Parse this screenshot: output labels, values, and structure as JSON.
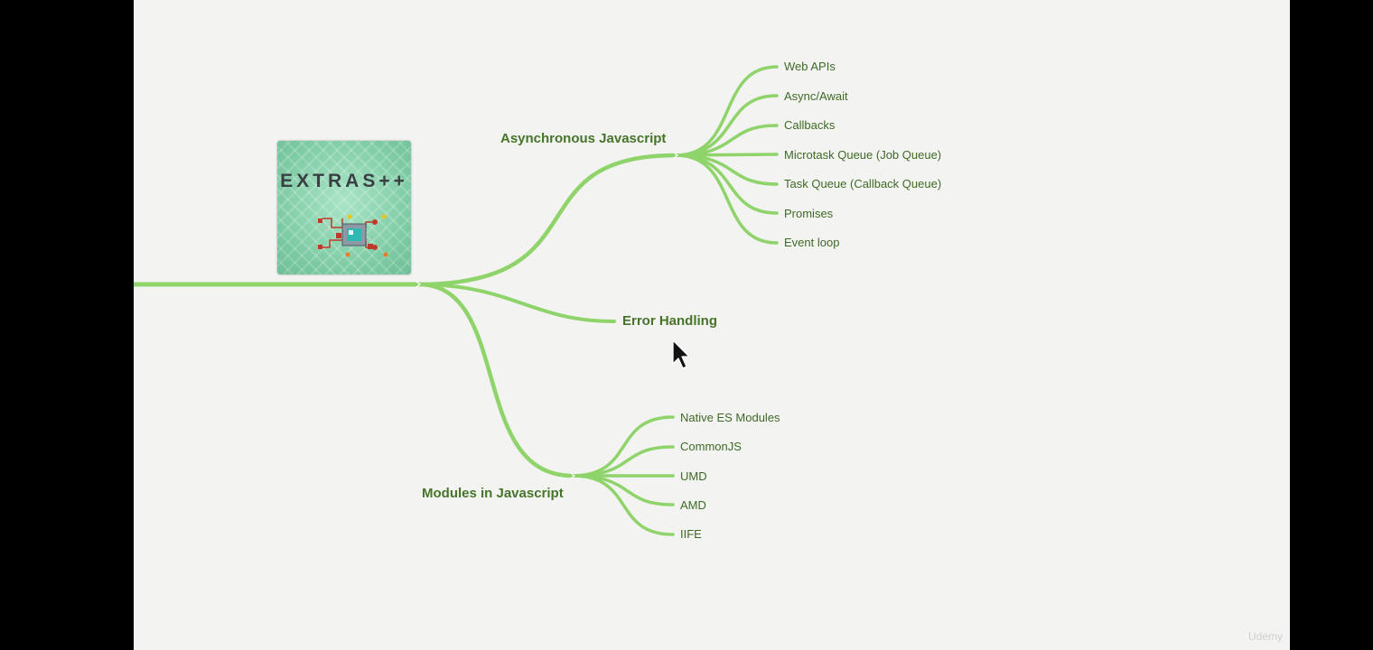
{
  "mindmap": {
    "branches": [
      {
        "label": "Asynchronous Javascript",
        "children": [
          "Web APIs",
          "Async/Await",
          "Callbacks",
          "Microtask Queue (Job Queue)",
          "Task Queue (Callback Queue)",
          "Promises",
          "Event loop"
        ]
      },
      {
        "label": "Error Handling",
        "children": []
      },
      {
        "label": "Modules in Javascript",
        "children": [
          "Native ES Modules",
          "CommonJS",
          "UMD",
          "AMD",
          "IIFE"
        ]
      }
    ]
  },
  "thumbnail": {
    "title": "EXTRAS++",
    "icon": "circuit-chip-icon"
  },
  "cursor": {
    "icon": "mouse-pointer-icon"
  },
  "watermark": {
    "text": "Udemy"
  },
  "colors": {
    "branch": "#8fd46a",
    "main_label": "#46742a",
    "sub_label": "#3f6a26",
    "background": "#f3f3f1",
    "letterbox": "#000000"
  }
}
